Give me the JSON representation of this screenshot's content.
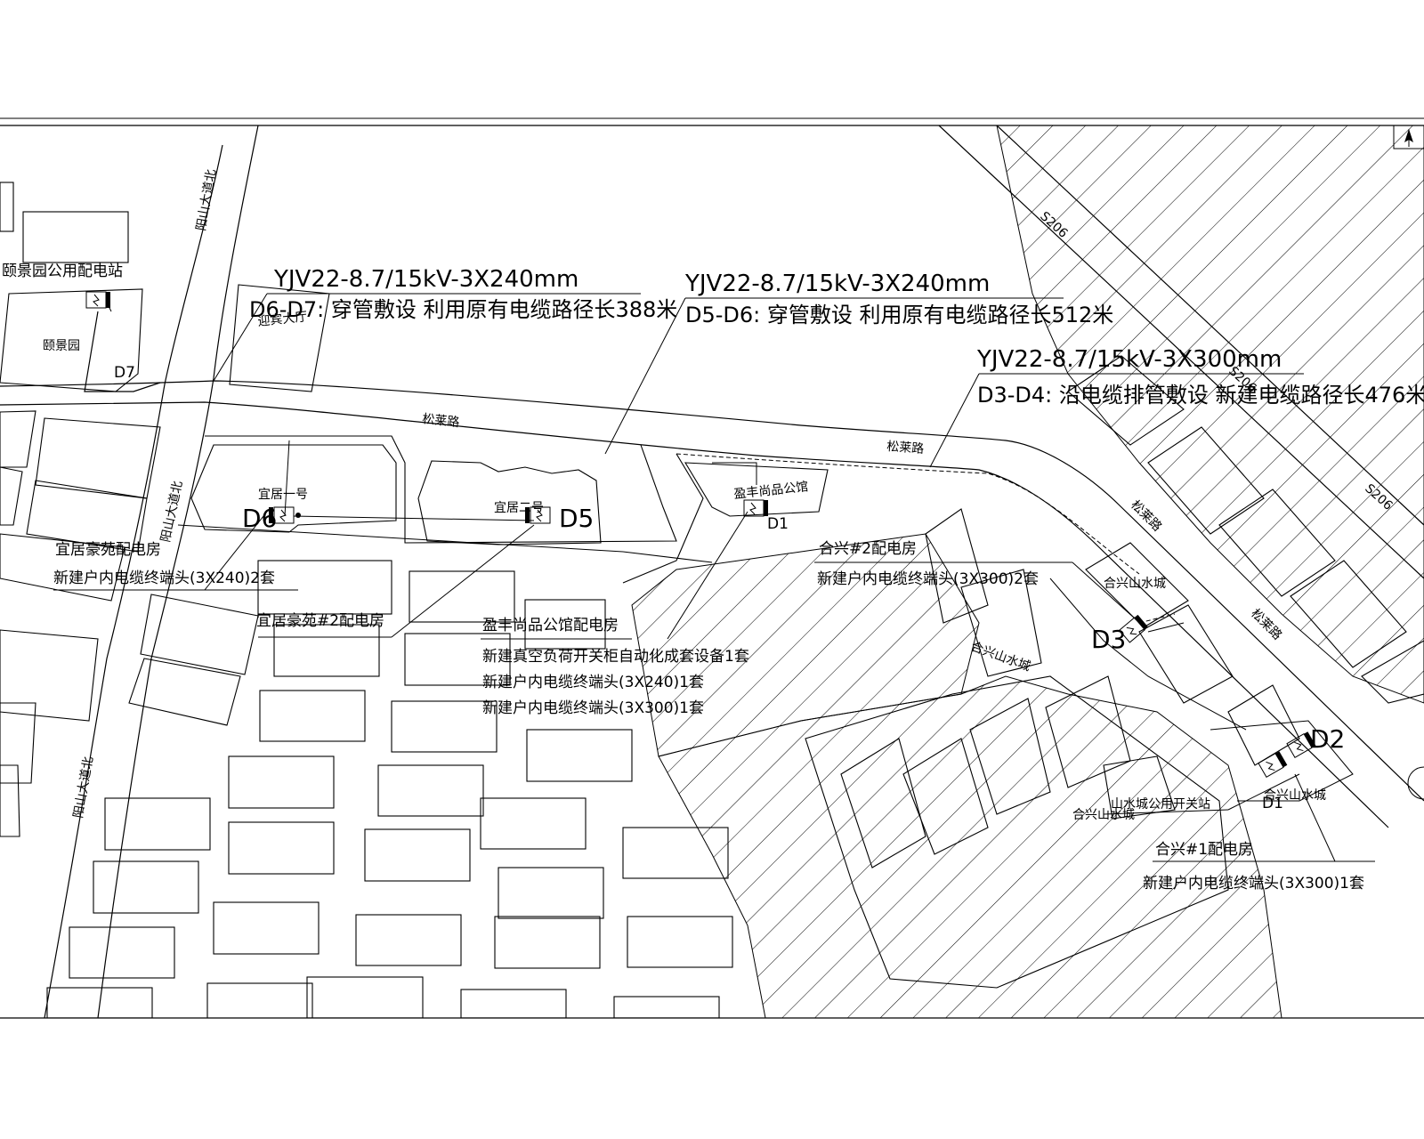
{
  "roads": {
    "s206_a": "S206",
    "s206_b": "S206",
    "s206_c": "S206",
    "songlai_1": "松莱路",
    "songlai_2": "松莱路",
    "songlai_3": "松莱路",
    "songlai_4": "松莱路",
    "yangshan_1": "阳山大道北",
    "yangshan_2": "阳山大道北",
    "yangshan_3": "阳山大道北"
  },
  "cables": {
    "d6d7_spec": "YJV22-8.7/15kV-3X240mm",
    "d6d7_desc": "D6-D7: 穿管敷设 利用原有电缆路径长388米",
    "d5d6_spec": "YJV22-8.7/15kV-3X240mm",
    "d5d6_desc": "D5-D6: 穿管敷设 利用原有电缆路径长512米",
    "d3d4_spec": "YJV22-8.7/15kV-3X300mm",
    "d3d4_desc": "D3-D4: 沿电缆排管敷设 新建电缆路径长476米"
  },
  "stations": {
    "yijing_name": "颐景园公用配电站",
    "yijing_area": "颐景园",
    "yiju_name": "宜居豪苑配电房",
    "yiju_desc": "新建户内电缆终端头(3X240)2套",
    "yiju2_name": "宜居豪苑#2配电房",
    "yingfeng_name": "盈丰尚品公馆配电房",
    "yingfeng_desc1": "新建真空负荷开关柜自动化成套设备1套",
    "yingfeng_desc2": "新建户内电缆终端头(3X240)1套",
    "yingfeng_desc3": "新建户内电缆终端头(3X300)1套",
    "hexing2_name": "合兴#2配电房",
    "hexing2_desc": "新建户内电缆终端头(3X300)2套",
    "shanshui_name": "山水城公用开关站",
    "hexing1_name": "合兴#1配电房",
    "hexing1_desc": "新建户内电缆终端头(3X300)1套"
  },
  "buildings": {
    "yingbin": "迎宾大厅",
    "yiju1": "宜居一号",
    "yiju2": "宜居二号",
    "yingfeng": "盈丰尚品公馆",
    "hexing_a": "合兴山水城",
    "hexing_b": "合兴山水城",
    "hexing_c": "合兴山水城",
    "hexing_d": "合兴山水城"
  },
  "nodes": {
    "d1": "D1",
    "d1b": "D1",
    "d2": "D2",
    "d3": "D3",
    "d5": "D5",
    "d6": "D6",
    "d7": "D7"
  },
  "symbols": {
    "north_arrow": "north-arrow-icon",
    "substation": "substation-icon"
  }
}
